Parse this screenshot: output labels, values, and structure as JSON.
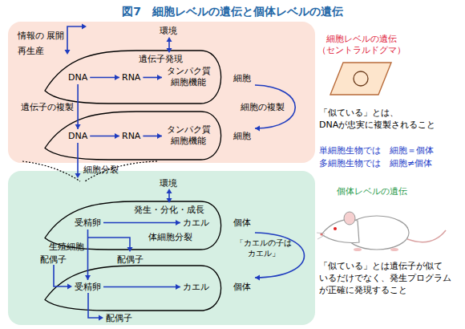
{
  "diagram": {
    "title": "図7　細胞レベルの遺伝と個体レベルの遺伝",
    "nodes": [
      {
        "text": [
          "情報の",
          "展開",
          "再生産",
          "環境"
        ]
      },
      {
        "text": [
          "遺伝子発現",
          "細胞"
        ],
        "in": 0
      },
      {
        "text": [
          "DNA"
        ],
        "in": 1
      },
      {
        "text": [
          "RNA"
        ],
        "in": 1
      },
      {
        "text": [
          "タンパク質 細胞機能"
        ],
        "in": 1
      },
      {
        "text": [
          "細胞"
        ],
        "in": 0
      },
      {
        "text": [
          "DNA"
        ],
        "in": 5
      },
      {
        "text": [
          "RNA"
        ],
        "in": 5
      },
      {
        "text": [
          "タンパク質 細胞機能"
        ],
        "in": 5
      },
      {
        "text": [
          "環境"
        ]
      },
      {
        "text": [
          "発生・分化・成長",
          "個体"
        ],
        "in": 9
      },
      {
        "text": [
          "受精卵"
        ],
        "in": 10
      },
      {
        "text": [
          "カエル"
        ],
        "in": 10
      },
      {
        "text": [
          "個体"
        ],
        "in": 9
      },
      {
        "text": [
          "受精卵"
        ],
        "in": 13
      },
      {
        "text": [
          "カエル"
        ],
        "in": 13
      }
    ],
    "edges": [
      {
        "from": 2,
        "to": 3,
        "arrow": "to"
      },
      {
        "from": 3,
        "to": 4,
        "arrow": "to"
      },
      {
        "from": 6,
        "to": 7,
        "arrow": "to"
      },
      {
        "from": 7,
        "to": 8,
        "arrow": "to"
      },
      {
        "from": 2,
        "to": 6,
        "label": "遺伝子の複製",
        "arrow": "to"
      },
      {
        "from": 1,
        "to": 5,
        "label": "細胞の複製",
        "arrow": "to"
      },
      {
        "from": 11,
        "to": 12,
        "label": "体細胞分裂",
        "arrow": "to"
      },
      {
        "from": 11,
        "to": 14,
        "label": "生殖細胞",
        "arrow": "to"
      },
      {
        "from": 10,
        "to": 13,
        "label": "「カエルの子は カエル」",
        "arrow": "to"
      },
      {
        "from": 14,
        "to": 15,
        "arrow": "to"
      }
    ],
    "labels": [
      "細胞分裂",
      "配偶子",
      "配偶子",
      "配偶子",
      "細胞レベルの遺伝 （セントラルドグマ）",
      "「似ている」とは、 DNAが忠実に複製されること",
      "単細胞生物では　細胞＝個体",
      "多細胞生物では　細胞≠個体",
      "個体レベルの遺伝",
      "「似ている」とは遺伝子が似て いるだけでなく、発生プログラム が正確に発現すること"
    ]
  }
}
